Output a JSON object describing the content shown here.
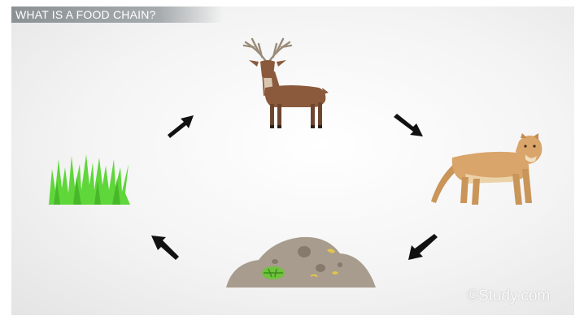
{
  "header": {
    "title": "WHAT IS A FOOD CHAIN?"
  },
  "diagram": {
    "nodes": [
      {
        "id": "grass",
        "icon": "grass-icon"
      },
      {
        "id": "deer",
        "icon": "deer-icon"
      },
      {
        "id": "cougar",
        "icon": "cougar-icon"
      },
      {
        "id": "decomposers",
        "icon": "soil-mound-icon"
      }
    ],
    "edges": [
      {
        "from": "grass",
        "to": "deer"
      },
      {
        "from": "deer",
        "to": "cougar"
      },
      {
        "from": "cougar",
        "to": "decomposers"
      },
      {
        "from": "decomposers",
        "to": "grass"
      }
    ],
    "colors": {
      "title_bar": "#9aa0a2",
      "arrow": "#111111",
      "grass": "#5fd63a",
      "deer": "#8b5a3c",
      "cougar": "#d9a56a",
      "mound": "#a79c8e"
    }
  },
  "watermark": {
    "text": "©Study.com"
  }
}
